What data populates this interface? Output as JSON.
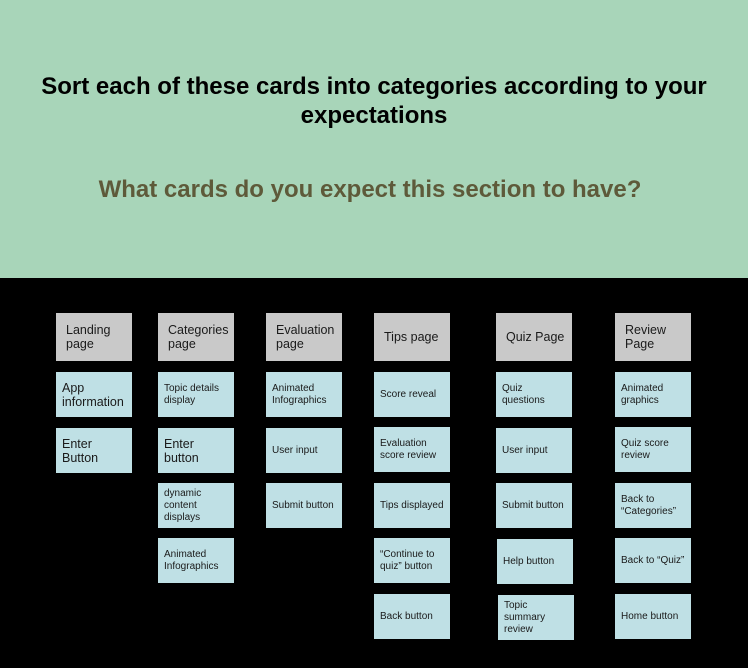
{
  "header": {
    "title": "Sort each of these cards into categories according to your\nexpectations",
    "subtitle": "What cards do you expect this section to have?"
  },
  "colors": {
    "header_bg": "#a8d5b9",
    "board_bg": "#000000",
    "category_card": "#c9c9c9",
    "item_card": "#bfe0e5",
    "subtitle": "#5e5a3a"
  },
  "columns": [
    {
      "name": "Landing\npage",
      "cards": [
        "App\ninformation",
        "Enter\nButton"
      ]
    },
    {
      "name": "Categories\npage",
      "cards": [
        "Topic details\ndisplay",
        "Enter\nbutton",
        "dynamic\ncontent\ndisplays",
        "Animated\nInfographics"
      ]
    },
    {
      "name": "Evaluation\npage",
      "cards": [
        "Animated\nInfographics",
        "User input",
        "Submit button"
      ]
    },
    {
      "name": "Tips page",
      "cards": [
        "Score reveal",
        "Evaluation\nscore review",
        "Tips displayed",
        "“Continue to\nquiz” button",
        "Back button"
      ]
    },
    {
      "name": "Quiz Page",
      "cards": [
        "Quiz\nquestions",
        "User input",
        "Submit button",
        "Help button",
        "Topic summary\nreview"
      ]
    },
    {
      "name": "Review\nPage",
      "cards": [
        "Animated\ngraphics",
        "Quiz score\nreview",
        "Back to\n“Categories”",
        "Back to “Quiz”",
        "Home button"
      ]
    }
  ]
}
